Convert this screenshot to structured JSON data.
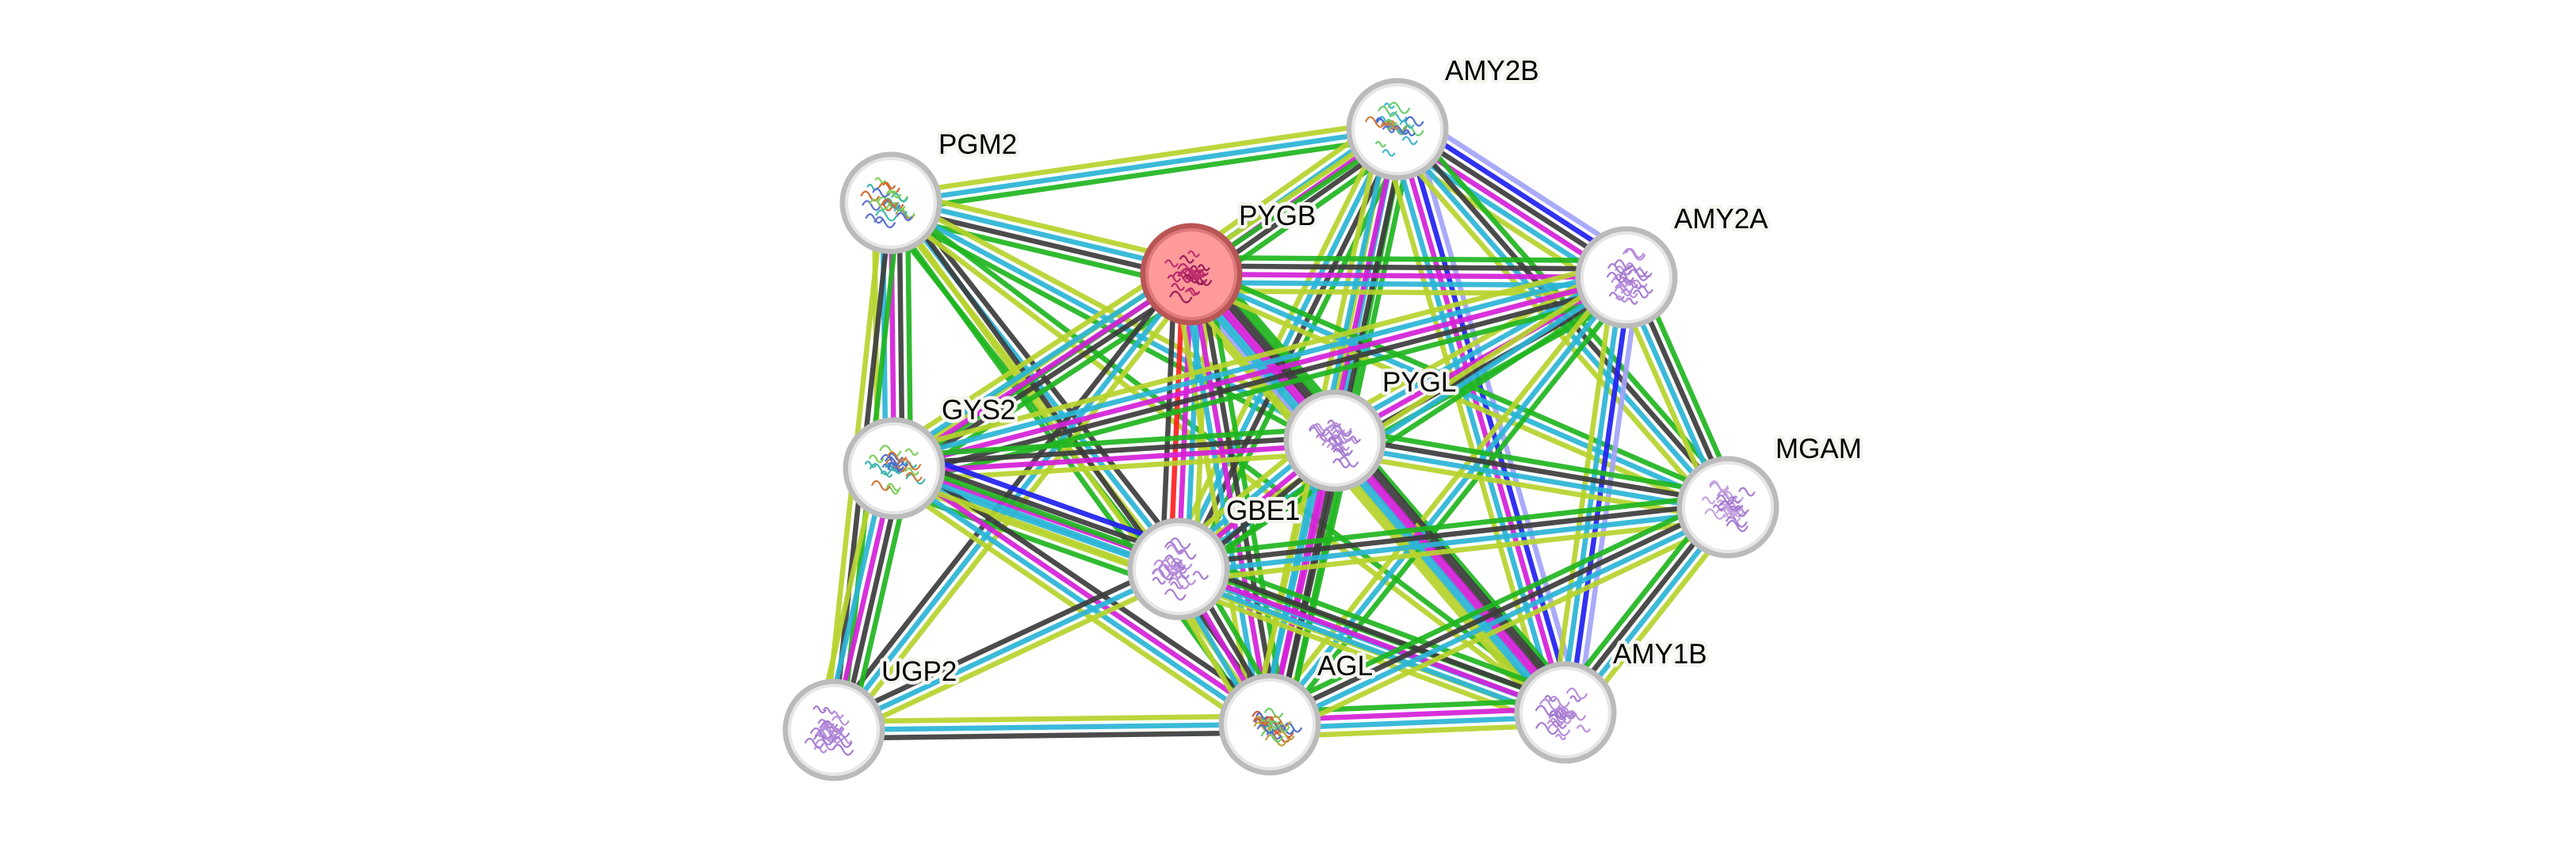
{
  "title": "Protein interaction network",
  "query_protein": "PYGB",
  "evidence_colors": {
    "neighborhood": "#1fb51f",
    "database": "#2ab4d6",
    "coexpression": "#3c3c3c",
    "experiments": "#d420d8",
    "textmining": "#b6d22c",
    "cooccurrence": "#1f1ff0",
    "homology": "#a3a3fb",
    "fusion": "#ff1f1f"
  },
  "node_style": {
    "ring": "#bbbbbb",
    "query_fill": "#ff9a9a",
    "query_ring": "#b85656"
  },
  "nodes": [
    {
      "id": "PGM2",
      "label": "PGM2",
      "query": false,
      "structure_colors": [
        "#d06a2c",
        "#7fcf5a",
        "#3fb7b0",
        "#5b6fd6"
      ]
    },
    {
      "id": "AMY2B",
      "label": "AMY2B",
      "query": false,
      "structure_colors": [
        "#3fb7d0",
        "#6ccf6a",
        "#4d6fd0",
        "#d07a3c"
      ]
    },
    {
      "id": "PYGB",
      "label": "PYGB",
      "query": true,
      "structure_colors": [
        "#b8276a",
        "#c0306e",
        "#9b1e58"
      ]
    },
    {
      "id": "AMY2A",
      "label": "AMY2A",
      "query": false,
      "structure_colors": [
        "#a57bd0",
        "#b98fdc"
      ]
    },
    {
      "id": "PYGL",
      "label": "PYGL",
      "query": false,
      "structure_colors": [
        "#a57bd0",
        "#b98fdc"
      ]
    },
    {
      "id": "GYS2",
      "label": "GYS2",
      "query": false,
      "structure_colors": [
        "#3fb7b0",
        "#4d6fd0",
        "#d07a3c",
        "#7fcf5a"
      ]
    },
    {
      "id": "MGAM",
      "label": "MGAM",
      "query": false,
      "structure_colors": [
        "#a57bd0",
        "#c5a3e0"
      ]
    },
    {
      "id": "GBE1",
      "label": "GBE1",
      "query": false,
      "structure_colors": [
        "#a57bd0",
        "#b98fdc"
      ]
    },
    {
      "id": "UGP2",
      "label": "UGP2",
      "query": false,
      "structure_colors": [
        "#a57bd0",
        "#b98fdc"
      ]
    },
    {
      "id": "AGL",
      "label": "AGL",
      "query": false,
      "structure_colors": [
        "#4d6fd0",
        "#6ccf6a",
        "#d05a3c",
        "#c0a03c"
      ]
    },
    {
      "id": "AMY1B",
      "label": "AMY1B",
      "query": false,
      "structure_colors": [
        "#a57bd0",
        "#b98fdc"
      ]
    }
  ],
  "edges": [
    {
      "source": "PGM2",
      "target": "AMY2B",
      "evidence": [
        "textmining",
        "database",
        "neighborhood"
      ]
    },
    {
      "source": "PGM2",
      "target": "PYGB",
      "evidence": [
        "textmining",
        "database",
        "coexpression",
        "neighborhood"
      ]
    },
    {
      "source": "PGM2",
      "target": "GYS2",
      "evidence": [
        "neighborhood",
        "coexpression",
        "experiments",
        "database",
        "textmining"
      ]
    },
    {
      "source": "PGM2",
      "target": "UGP2",
      "evidence": [
        "neighborhood",
        "coexpression",
        "textmining"
      ]
    },
    {
      "source": "PGM2",
      "target": "GBE1",
      "evidence": [
        "coexpression",
        "database",
        "textmining",
        "neighborhood"
      ]
    },
    {
      "source": "PGM2",
      "target": "AGL",
      "evidence": [
        "coexpression",
        "textmining",
        "neighborhood"
      ]
    },
    {
      "source": "PGM2",
      "target": "PYGL",
      "evidence": [
        "textmining",
        "database",
        "neighborhood"
      ]
    },
    {
      "source": "PGM2",
      "target": "AMY1B",
      "evidence": [
        "neighborhood",
        "textmining"
      ]
    },
    {
      "source": "AMY2B",
      "target": "PYGB",
      "evidence": [
        "neighborhood",
        "coexpression",
        "experiments",
        "database",
        "textmining"
      ]
    },
    {
      "source": "AMY2B",
      "target": "AMY2A",
      "evidence": [
        "homology",
        "cooccurrence",
        "coexpression",
        "experiments",
        "database",
        "textmining"
      ]
    },
    {
      "source": "AMY2B",
      "target": "PYGL",
      "evidence": [
        "neighborhood",
        "database",
        "textmining"
      ]
    },
    {
      "source": "AMY2B",
      "target": "GYS2",
      "evidence": [
        "neighborhood",
        "textmining"
      ]
    },
    {
      "source": "AMY2B",
      "target": "GBE1",
      "evidence": [
        "neighborhood",
        "coexpression",
        "database",
        "textmining"
      ]
    },
    {
      "source": "AMY2B",
      "target": "AGL",
      "evidence": [
        "neighborhood",
        "coexpression",
        "experiments",
        "database",
        "textmining"
      ]
    },
    {
      "source": "AMY2B",
      "target": "AMY1B",
      "evidence": [
        "homology",
        "cooccurrence",
        "experiments",
        "database",
        "textmining"
      ]
    },
    {
      "source": "AMY2B",
      "target": "MGAM",
      "evidence": [
        "neighborhood",
        "coexpression",
        "database",
        "textmining"
      ]
    },
    {
      "source": "PYGB",
      "target": "AMY2A",
      "evidence": [
        "neighborhood",
        "coexpression",
        "experiments",
        "database",
        "textmining"
      ]
    },
    {
      "source": "PYGB",
      "target": "PYGL",
      "evidence": [
        "neighborhood",
        "coexpression",
        "experiments",
        "database",
        "homology",
        "textmining"
      ]
    },
    {
      "source": "PYGB",
      "target": "GYS2",
      "evidence": [
        "neighborhood",
        "coexpression",
        "experiments",
        "database",
        "textmining"
      ]
    },
    {
      "source": "PYGB",
      "target": "GBE1",
      "evidence": [
        "textmining",
        "database",
        "experiments",
        "fusion",
        "coexpression"
      ]
    },
    {
      "source": "PYGB",
      "target": "UGP2",
      "evidence": [
        "textmining",
        "database",
        "coexpression"
      ]
    },
    {
      "source": "PYGB",
      "target": "AGL",
      "evidence": [
        "neighborhood",
        "coexpression",
        "experiments",
        "database",
        "textmining"
      ]
    },
    {
      "source": "PYGB",
      "target": "AMY1B",
      "evidence": [
        "neighborhood",
        "coexpression",
        "experiments",
        "database",
        "textmining"
      ]
    },
    {
      "source": "PYGB",
      "target": "MGAM",
      "evidence": [
        "neighborhood",
        "database",
        "textmining"
      ]
    },
    {
      "source": "AMY2A",
      "target": "PYGL",
      "evidence": [
        "neighborhood",
        "coexpression",
        "experiments",
        "database",
        "textmining"
      ]
    },
    {
      "source": "AMY2A",
      "target": "GYS2",
      "evidence": [
        "neighborhood",
        "coexpression",
        "experiments",
        "database",
        "textmining"
      ]
    },
    {
      "source": "AMY2A",
      "target": "GBE1",
      "evidence": [
        "neighborhood",
        "database",
        "textmining"
      ]
    },
    {
      "source": "AMY2A",
      "target": "AGL",
      "evidence": [
        "neighborhood",
        "database",
        "textmining"
      ]
    },
    {
      "source": "AMY2A",
      "target": "AMY1B",
      "evidence": [
        "homology",
        "cooccurrence",
        "database",
        "textmining"
      ]
    },
    {
      "source": "AMY2A",
      "target": "MGAM",
      "evidence": [
        "neighborhood",
        "coexpression",
        "database",
        "textmining"
      ]
    },
    {
      "source": "PYGL",
      "target": "GYS2",
      "evidence": [
        "textmining",
        "experiments",
        "coexpression",
        "neighborhood"
      ]
    },
    {
      "source": "PYGL",
      "target": "GBE1",
      "evidence": [
        "neighborhood",
        "coexpression",
        "experiments",
        "database",
        "textmining"
      ]
    },
    {
      "source": "PYGL",
      "target": "AGL",
      "evidence": [
        "neighborhood",
        "coexpression",
        "experiments",
        "database",
        "textmining"
      ]
    },
    {
      "source": "PYGL",
      "target": "AMY1B",
      "evidence": [
        "coexpression",
        "experiments",
        "database",
        "textmining"
      ]
    },
    {
      "source": "PYGL",
      "target": "MGAM",
      "evidence": [
        "neighborhood",
        "coexpression",
        "database",
        "textmining"
      ]
    },
    {
      "source": "GYS2",
      "target": "GBE1",
      "evidence": [
        "cooccurrence",
        "coexpression",
        "experiments",
        "database",
        "textmining",
        "neighborhood"
      ]
    },
    {
      "source": "GYS2",
      "target": "UGP2",
      "evidence": [
        "neighborhood",
        "coexpression",
        "experiments",
        "database",
        "textmining"
      ]
    },
    {
      "source": "GYS2",
      "target": "AGL",
      "evidence": [
        "coexpression",
        "experiments",
        "database",
        "textmining"
      ]
    },
    {
      "source": "GYS2",
      "target": "AMY1B",
      "evidence": [
        "neighborhood",
        "database",
        "textmining"
      ]
    },
    {
      "source": "GBE1",
      "target": "UGP2",
      "evidence": [
        "textmining",
        "database",
        "coexpression"
      ]
    },
    {
      "source": "GBE1",
      "target": "AGL",
      "evidence": [
        "neighborhood",
        "coexpression",
        "experiments",
        "database",
        "textmining"
      ]
    },
    {
      "source": "GBE1",
      "target": "AMY1B",
      "evidence": [
        "neighborhood",
        "coexpression",
        "experiments",
        "database",
        "textmining"
      ]
    },
    {
      "source": "GBE1",
      "target": "MGAM",
      "evidence": [
        "neighborhood",
        "coexpression",
        "database",
        "textmining"
      ]
    },
    {
      "source": "UGP2",
      "target": "AGL",
      "evidence": [
        "textmining",
        "database",
        "coexpression"
      ]
    },
    {
      "source": "AGL",
      "target": "AMY1B",
      "evidence": [
        "neighborhood",
        "experiments",
        "database",
        "textmining"
      ]
    },
    {
      "source": "AGL",
      "target": "MGAM",
      "evidence": [
        "neighborhood",
        "coexpression",
        "database",
        "textmining"
      ]
    },
    {
      "source": "AMY1B",
      "target": "MGAM",
      "evidence": [
        "neighborhood",
        "coexpression",
        "database",
        "textmining"
      ]
    }
  ]
}
